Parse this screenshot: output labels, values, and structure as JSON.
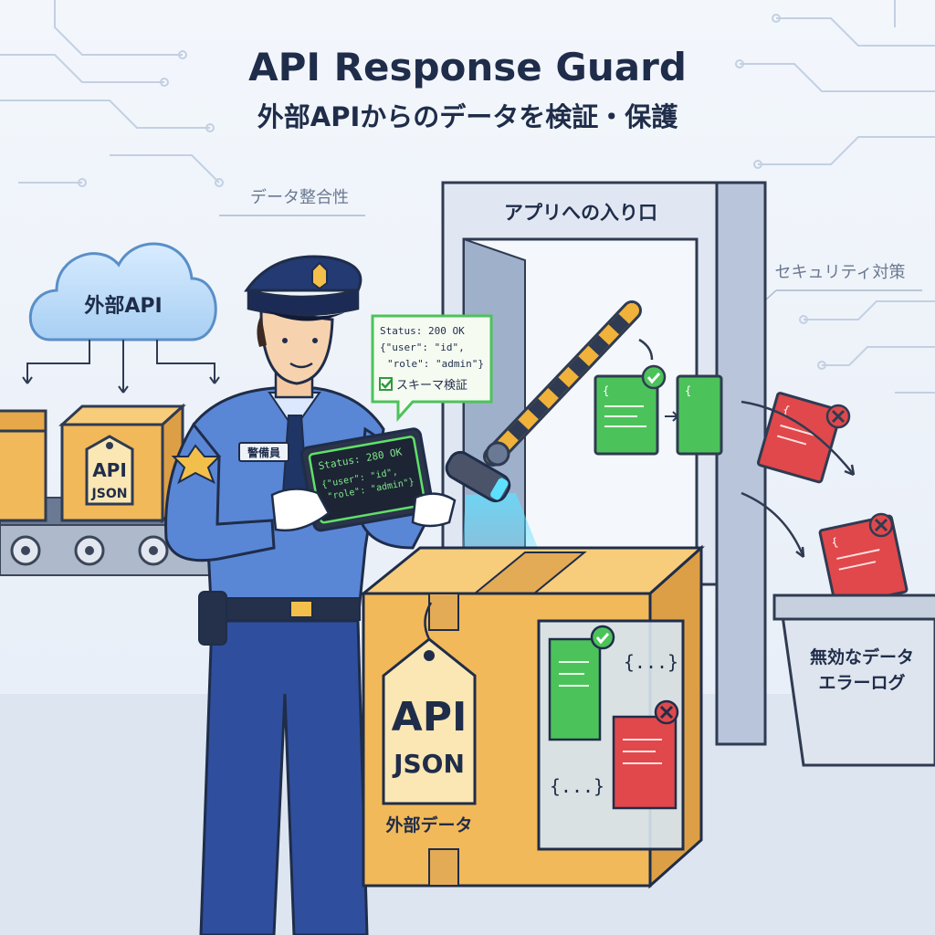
{
  "title": "API Response Guard",
  "subtitle": "外部APIからのデータを検証・保護",
  "labels": {
    "integrity": "データ整合性",
    "gate": "アプリへの入り口",
    "security": "セキュリティ対策",
    "cloud": "外部API",
    "badge": "警備員",
    "bin_line1": "無効なデータ",
    "bin_line2": "エラーログ"
  },
  "bubble": {
    "status": "Status: 200 OK",
    "line1": "{\"user\": \"id\",",
    "line2": "\"role\": \"admin\"}",
    "check": "スキーマ検証"
  },
  "tablet": {
    "status": "Status: 280 OK",
    "line1": "{\"user\": \"id\",",
    "line2": "\"role\": \"admin\"}"
  },
  "package_small": {
    "line1": "API",
    "line2": "JSON"
  },
  "package_big": {
    "line1": "API",
    "line2": "JSON",
    "caption": "外部データ"
  },
  "brace_snippet": "{...}",
  "colors": {
    "background": "#eef3fa",
    "guard_uniform": "#4a78c8",
    "guard_hat": "#233a73",
    "box": "#f2b95a",
    "valid": "#4cc35a",
    "invalid": "#e0484b",
    "scanner_light": "#5ee0ff",
    "gate": "#c9d3e6"
  },
  "icons": [
    "cloud-icon",
    "package-icon",
    "guard-badge-icon",
    "check-icon",
    "cross-icon",
    "scanner-icon",
    "trash-bin-icon",
    "circuit-lines"
  ]
}
